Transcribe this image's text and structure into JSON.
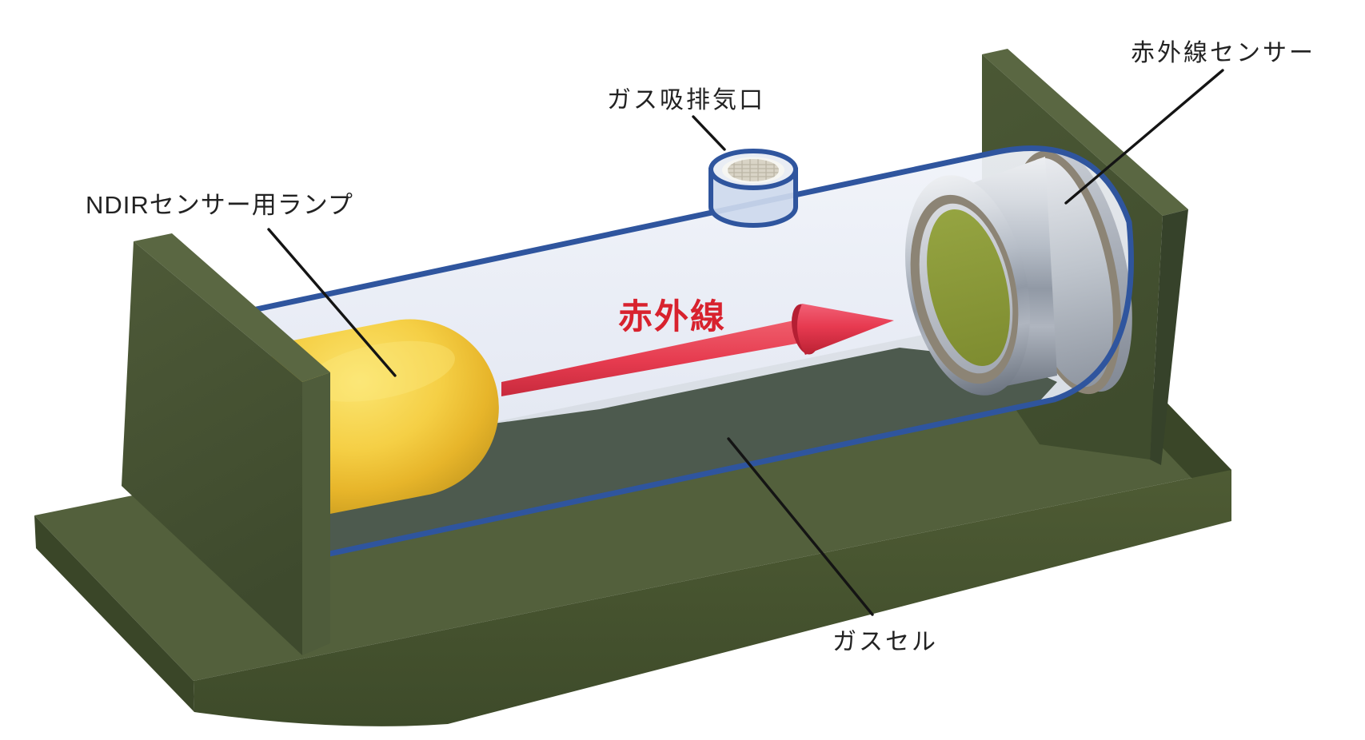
{
  "diagram": {
    "type": "NDIR gas sensor structure schematic",
    "labels": {
      "lamp": "NDIRセンサー用ランプ",
      "gas_port": "ガス吸排気口",
      "ir_sensor": "赤外線センサー",
      "gas_cell": "ガスセル",
      "infrared_beam": "赤外線"
    },
    "colors": {
      "background": "#ffffff",
      "base_green_top": "#53603C",
      "base_green_front": "#47542F",
      "base_green_side": "#3A4628",
      "wall_green_dark": "#43502F",
      "wall_green_top": "#5A6742",
      "wall_green_strip": "#4F5C3B",
      "wall_green_strip_dark": "#36422A",
      "tube_outline_blue": "#2F559E",
      "tube_glass": "#E8ECF5",
      "tube_interior": "#4D5A4E",
      "lamp_yellow": "#EFC433",
      "sensor_silver": "#B9BFC9",
      "sensor_rim_gray": "#8C8475",
      "sensor_window_olive": "#8C9B3C",
      "arrow_red": "#E03A4E",
      "infrared_text_red": "#D8222E",
      "label_text": "#222222",
      "leader_line": "#141414",
      "port_mesh": "#D9D4C6"
    }
  }
}
